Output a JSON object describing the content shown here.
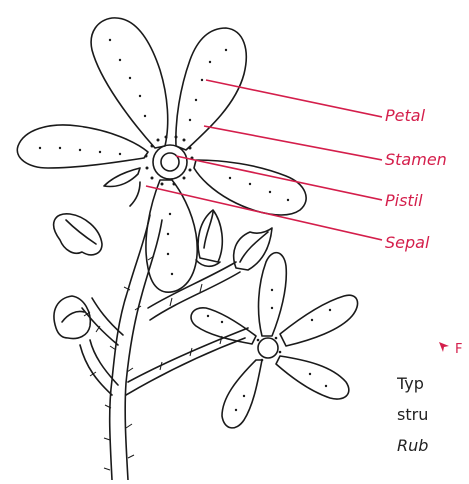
{
  "colors": {
    "accent": "#d41e4b",
    "ink": "#1a1a1a"
  },
  "labels": {
    "petal": "Petal",
    "stamen": "Stamen",
    "pistil": "Pistil",
    "sepal": "Sepal"
  },
  "figure_tag": {
    "icon": "arrow-pointer-icon",
    "text": "F"
  },
  "caption": {
    "line1": "Typ",
    "line2": "stru",
    "line3": "Rub"
  }
}
